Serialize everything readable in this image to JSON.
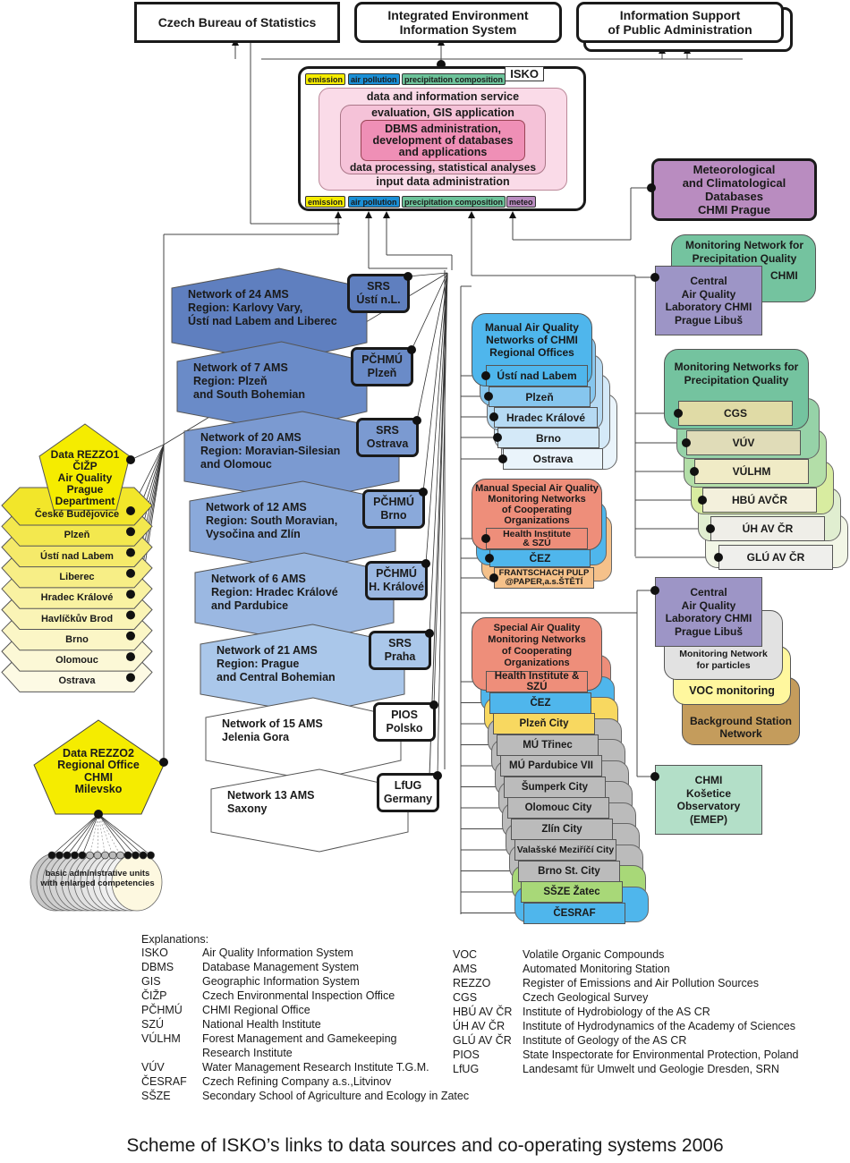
{
  "top_systems": {
    "czech_bureau": "Czech Bureau of Statistics",
    "integrated_env_1": "Integrated Environment",
    "integrated_env_2": "Information System",
    "info_support_1": "Information Support",
    "info_support_2": "of Public Administration"
  },
  "isko": {
    "label": "ISKO",
    "top_tags": [
      "emission",
      "air pollution",
      "precipitation composition"
    ],
    "bottom_tags": [
      "emission",
      "air pollution",
      "precipitation composition",
      "meteo"
    ],
    "layers": {
      "outer_top": "data and information service",
      "middle_top": "evaluation, GIS application",
      "core_1": "DBMS administration,",
      "core_2": "development of databases",
      "core_3": "and applications",
      "middle_bottom": "data processing, statistical analyses",
      "outer_bottom": "input data administration"
    },
    "tag_colors": {
      "emission": "#f5ec00",
      "air_pollution": "#1a8fd6",
      "precipitation": "#6dc39a",
      "meteo": "#b98cc0"
    }
  },
  "meteo_db": [
    "Meteorological",
    "and Climatological",
    "Databases",
    "CHMI Prague"
  ],
  "ams_networks": [
    {
      "l1": "Network of  24 AMS",
      "l2": "Region:  Karlovy Vary,",
      "l3": "Ústí nad Labem and Liberec",
      "office1": "SRS",
      "office2": "Ústí n.L.",
      "color": "#5f7fbf"
    },
    {
      "l1": "Network of  7 AMS",
      "l2": "Region:   Plzeň",
      "l3": "and South Bohemian",
      "office1": "PČHMÚ",
      "office2": "Plzeň",
      "color": "#6a8bc8"
    },
    {
      "l1": "Network of  20 AMS",
      "l2": "Region:   Moravian-Silesian",
      "l3": "and Olomouc",
      "office1": "SRS",
      "office2": "Ostrava",
      "color": "#7b9ad1"
    },
    {
      "l1": "Network of 12 AMS",
      "l2": "Region:   South Moravian,",
      "l3": "Vysočina and Zlín",
      "office1": "PČHMÚ",
      "office2": "Brno",
      "color": "#8aa9da"
    },
    {
      "l1": "Network of  6 AMS",
      "l2": "Region:  Hradec Králové",
      "l3": "and Pardubice",
      "office1": "PČHMÚ",
      "office2": "H. Králové",
      "color": "#9bb8e2"
    },
    {
      "l1": "Network of  21 AMS",
      "l2": "Region:   Prague",
      "l3": "and Central Bohemian",
      "office1": "SRS",
      "office2": "Praha",
      "color": "#aac7ea"
    },
    {
      "l1": "Network of 15 AMS",
      "l2": "Jelenia Gora",
      "l3": "",
      "office1": "PIOS",
      "office2": "Polsko",
      "color": "#ffffff"
    },
    {
      "l1": "Network 13 AMS",
      "l2": "Saxony",
      "l3": "",
      "office1": "LfUG",
      "office2": "Germany",
      "color": "#ffffff"
    }
  ],
  "rezzo1": {
    "title": [
      "Data REZZO1",
      "ČIŽP",
      "Air Quality",
      "Prague",
      "Department"
    ],
    "regions": [
      "České Budějovice",
      "Plzeň",
      "Ústí nad Labem",
      "Liberec",
      "Hradec Králové",
      "Havlíčkův Brod",
      "Brno",
      "Olomouc",
      "Ostrava"
    ]
  },
  "rezzo2": {
    "title": [
      "Data REZZO2",
      "Regional Office",
      "CHMI",
      "Milevsko"
    ],
    "units_1": "basic administrative units",
    "units_2": "with enlarged competencies"
  },
  "manual_chmi": {
    "title": [
      "Manual Air Quality",
      "Networks of CHMI",
      "Regional Offices"
    ],
    "items": [
      "Ústí nad Labem",
      "Plzeň",
      "Hradec Králové",
      "Brno",
      "Ostrava"
    ]
  },
  "manual_special": {
    "title": [
      "Manual Special Air Quality",
      "Monitoring Networks",
      "of Cooperating",
      "Organizations"
    ],
    "items": [
      "Health Institute",
      "& SZÚ",
      "ČEZ",
      "FRANTSCHACH PULP",
      "@PAPER,a.s.ŠTĚTÍ"
    ]
  },
  "special": {
    "title": [
      "Special Air Quality",
      "Monitoring Networks",
      "of Cooperating",
      "Organizations"
    ],
    "items": [
      "Health Institute & SZÚ",
      "ČEZ",
      "Plzeň City",
      "MÚ Třinec",
      "MÚ Pardubice VII",
      "Šumperk City",
      "Olomouc City",
      "Zlín City",
      "Valašské Meziříčí City",
      "Brno St. City",
      "SŠZE Žatec",
      "ČESRAF"
    ]
  },
  "precip_chmi": {
    "title": [
      "Monitoring Network for",
      "Precipitation Quality"
    ],
    "chmi": "CHMI"
  },
  "central_lab": [
    "Central",
    "Air Quality",
    "Laboratory CHMI",
    "Prague Libuš"
  ],
  "precip_networks": {
    "title": [
      "Monitoring Networks for",
      "Precipitation Quality"
    ],
    "items": [
      "CGS",
      "VÚV",
      "VÚLHM",
      "HBÚ AVČR",
      "ÚH AV ČR",
      "GLÚ AV ČR"
    ]
  },
  "particles": [
    "Monitoring Network",
    "for  particles"
  ],
  "voc": "VOC monitoring",
  "background": [
    "Background Station",
    "Network"
  ],
  "kosetice": [
    "CHMI",
    "Košetice",
    "Observatory",
    "(EMEP)"
  ],
  "explanations": {
    "heading": "Explanations:",
    "left": [
      [
        "ISKO",
        "Air Quality Information System"
      ],
      [
        "DBMS",
        "Database Management System"
      ],
      [
        "GIS",
        "Geographic Information System"
      ],
      [
        "ČIŽP",
        "Czech Environmental Inspection Office"
      ],
      [
        "PČHMÚ",
        "CHMI Regional Office"
      ],
      [
        "SZÚ",
        "National Health Institute"
      ],
      [
        "VÚLHM",
        "Forest Management and Gamekeeping"
      ],
      [
        "",
        "Research Institute"
      ],
      [
        "VÚV",
        "Water Management Research Institute T.G.M."
      ],
      [
        "ČESRAF",
        "Czech Refining Company a.s.,Litvinov"
      ],
      [
        "SŠZE",
        "Secondary School of Agriculture and Ecology in Zatec"
      ]
    ],
    "right": [
      [
        "VOC",
        "Volatile Organic Compounds"
      ],
      [
        "AMS",
        "Automated Monitoring Station"
      ],
      [
        "REZZO",
        "Register of Emissions and Air Pollution Sources"
      ],
      [
        "CGS",
        "Czech Geological Survey"
      ],
      [
        "HBÚ AV ČR",
        "Institute of Hydrobiology of the AS CR"
      ],
      [
        "ÚH AV ČR",
        "Institute of Hydrodynamics of the Academy of Sciences"
      ],
      [
        "GLÚ AV ČR",
        "Institute of Geology of the AS CR"
      ],
      [
        "PIOS",
        "State Inspectorate for Environmental Protection, Poland"
      ],
      [
        "LfUG",
        "Landesamt für Umwelt und Geologie Dresden, SRN"
      ]
    ]
  },
  "caption": "Scheme of ISKO’s links to data sources and co-operating systems 2006"
}
